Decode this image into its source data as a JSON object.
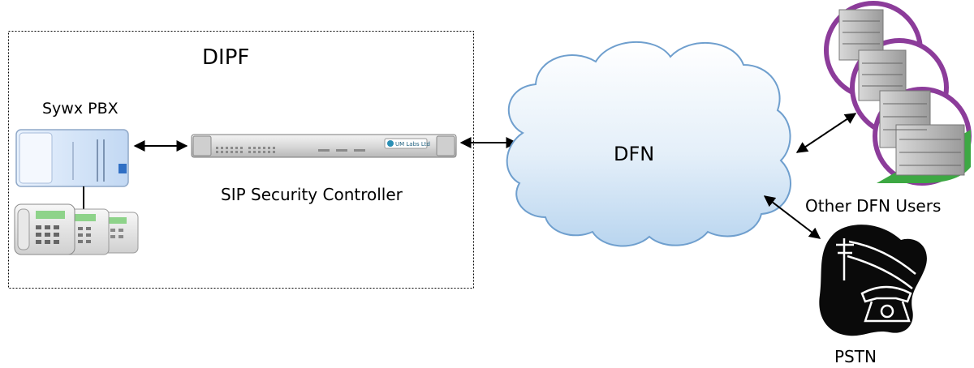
{
  "diagram": {
    "zone_title": "DIPF",
    "pbx_label": "Sywx PBX",
    "controller_label": "SIP Security Controller",
    "controller_brand": "UM Labs Ltd",
    "cloud_label": "DFN",
    "other_users_label": "Other DFN Users",
    "pstn_label": "PSTN"
  },
  "colors": {
    "cloud_top": "#ffffff",
    "cloud_bottom": "#bcd7f0",
    "cloud_stroke": "#6f9fce",
    "pbx_body": "#d6e6fa",
    "building_ring": "#8c3c9a",
    "grass": "#3da843",
    "pstn_fill": "#0a0a0a"
  }
}
